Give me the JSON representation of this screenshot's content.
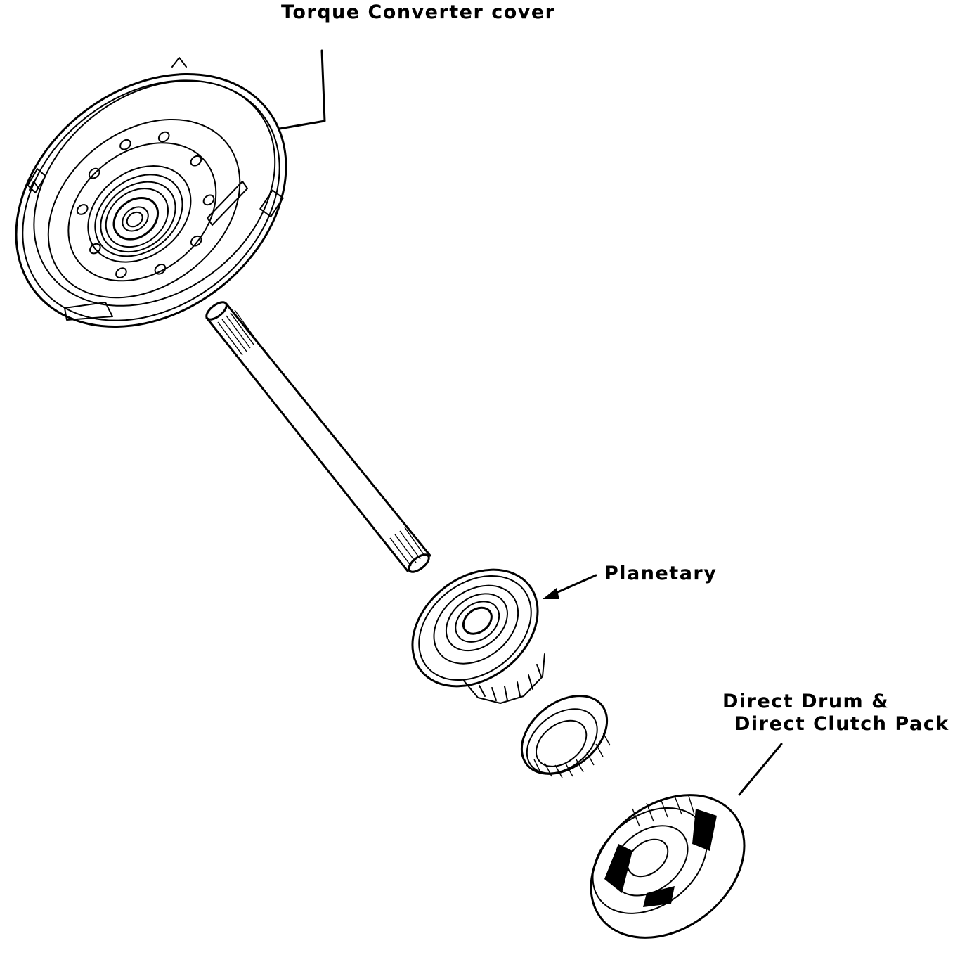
{
  "labels": {
    "torque_converter_cover": "Torque Converter cover",
    "planetary": "Planetary",
    "direct_drum_line1": "Direct Drum &",
    "direct_drum_line2": "Direct Clutch Pack"
  },
  "colors": {
    "ink": "#000000",
    "background": "#ffffff"
  }
}
